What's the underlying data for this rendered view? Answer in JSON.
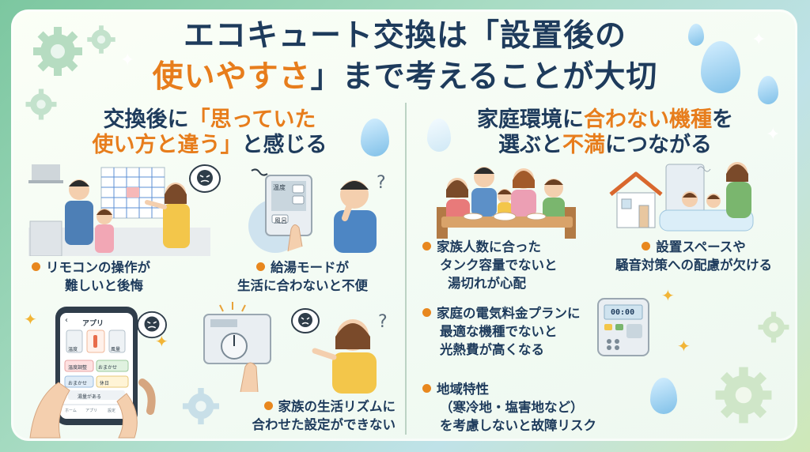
{
  "title": {
    "line1": "エコキュート交換は「設置後の",
    "line2_highlight": "使いやすさ",
    "line2_rest": "」まで考えることが大切"
  },
  "left": {
    "heading_pre": "交換後に",
    "heading_highlight1": "「思っていた",
    "heading_highlight2": "使い方と違う」",
    "heading_post": "と感じる",
    "bullets": [
      {
        "line1": "リモコンの操作が",
        "line2": "難しいと後悔"
      },
      {
        "line1": "給湯モードが",
        "line2": "生活に合わないと不便"
      },
      {
        "line1": "家族の生活リズムに",
        "line2": "合わせた設定ができない"
      }
    ],
    "remote_labels": {
      "temp": "温度",
      "bath": "風呂"
    },
    "phone": {
      "header": "アプリ",
      "labels": [
        "温度",
        "風量",
        "温度調整",
        "おまかせ",
        "おまかせ",
        "休日",
        "湯量がある"
      ],
      "nav": [
        "ホーム",
        "アプリ",
        "設定"
      ]
    },
    "colors": {
      "accent": "#e77d1c",
      "navy": "#1e3b5c"
    }
  },
  "right": {
    "heading_line1_pre": "家庭環境に",
    "heading_line1_highlight": "合わない機種",
    "heading_line1_post": "を",
    "heading_line2_pre": "選ぶと",
    "heading_line2_highlight": "不満",
    "heading_line2_post": "につながる",
    "bullets": [
      {
        "line1": "家族人数に合った",
        "line2": "タンク容量でないと",
        "line3": "湯切れが心配"
      },
      {
        "line1": "設置スペースや",
        "line2": "騒音対策への配慮が欠ける"
      },
      {
        "line1": "家庭の電気料金プランに",
        "line2": "最適な機種でないと",
        "line3": "光熱費が高くなる"
      },
      {
        "line1": "地域特性",
        "line2": "（寒冷地・塩害地など）",
        "line3": "を考慮しないと故障リスク"
      }
    ],
    "timer_display": "00:00"
  }
}
